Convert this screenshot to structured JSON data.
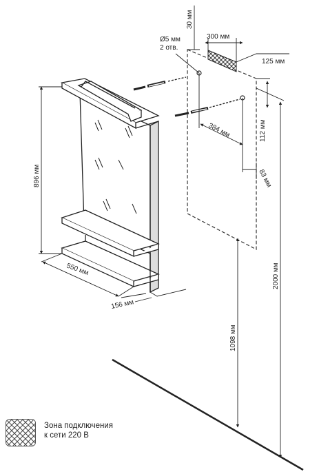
{
  "dimensions": {
    "top_gap": "30 мм",
    "zone_width": "300 мм",
    "hole_diameter": "Ø5 мм",
    "hole_count": "2 отв.",
    "side_offset": "125 мм",
    "hole_spacing": "384 мм",
    "hole_vertical": "112 мм",
    "lower_offset": "83 мм",
    "cabinet_height": "896 мм",
    "cabinet_width": "550 мм",
    "cabinet_depth": "156 мм",
    "floor_to_bottom": "1098 мм",
    "floor_to_top": "2000 мм"
  },
  "legend": {
    "line1": "Зона подключения",
    "line2": "к сети 220 В"
  }
}
